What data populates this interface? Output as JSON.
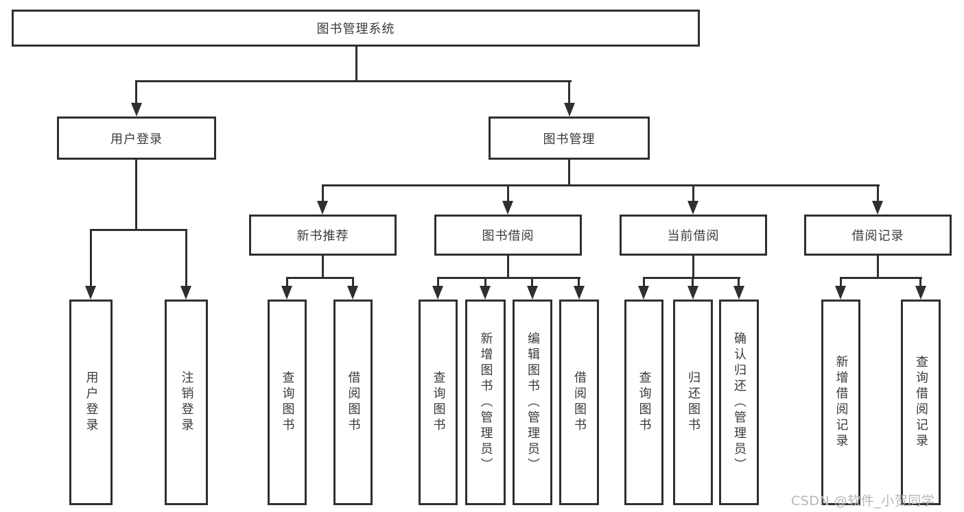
{
  "title": "图书管理系统",
  "watermark": "CSDN @软件_小贺同学",
  "colors": {
    "line": "#2f2f2f",
    "text": "#3a3a3a",
    "background": "#ffffff",
    "watermark": "#b6b6b6"
  },
  "tree": {
    "label": "图书管理系统",
    "children": [
      {
        "label": "用户登录",
        "children": [
          {
            "label": "用户登录"
          },
          {
            "label": "注销登录"
          }
        ]
      },
      {
        "label": "图书管理",
        "children": [
          {
            "label": "新书推荐",
            "children": [
              {
                "label": "查询图书"
              },
              {
                "label": "借阅图书"
              }
            ]
          },
          {
            "label": "图书借阅",
            "children": [
              {
                "label": "查询图书"
              },
              {
                "label": "新增图书（管理员）"
              },
              {
                "label": "编辑图书（管理员）"
              },
              {
                "label": "借阅图书"
              }
            ]
          },
          {
            "label": "当前借阅",
            "children": [
              {
                "label": "查询图书"
              },
              {
                "label": "归还图书"
              },
              {
                "label": "确认归还（管理员）"
              }
            ]
          },
          {
            "label": "借阅记录",
            "children": [
              {
                "label": "新增借阅记录"
              },
              {
                "label": "查询借阅记录"
              }
            ]
          }
        ]
      }
    ]
  }
}
